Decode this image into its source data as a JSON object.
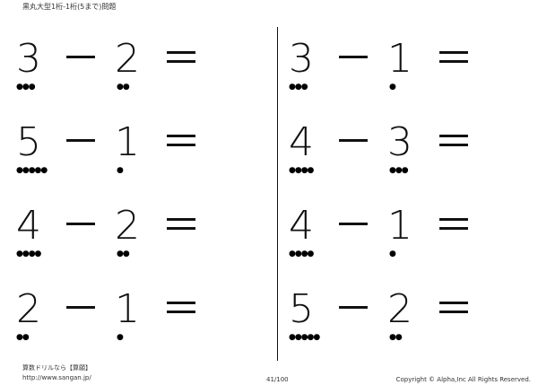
{
  "header": {
    "title": "黒丸大型1桁-1桁(5まで)問題"
  },
  "symbols": {
    "minus": "－",
    "equals": "＝",
    "dot": "●"
  },
  "problems_left": [
    {
      "a": "3",
      "b": "2",
      "a_dots": "●●●",
      "b_dots": "●●"
    },
    {
      "a": "5",
      "b": "1",
      "a_dots": "●●●●●",
      "b_dots": "●"
    },
    {
      "a": "4",
      "b": "2",
      "a_dots": "●●●●",
      "b_dots": "●●"
    },
    {
      "a": "2",
      "b": "1",
      "a_dots": "●●",
      "b_dots": "●"
    }
  ],
  "problems_right": [
    {
      "a": "3",
      "b": "1",
      "a_dots": "●●●",
      "b_dots": "●"
    },
    {
      "a": "4",
      "b": "3",
      "a_dots": "●●●●",
      "b_dots": "●●●"
    },
    {
      "a": "4",
      "b": "1",
      "a_dots": "●●●●",
      "b_dots": "●"
    },
    {
      "a": "5",
      "b": "2",
      "a_dots": "●●●●●",
      "b_dots": "●●"
    }
  ],
  "footer": {
    "site_name": "算数ドリルなら【算願】",
    "url": "http://www.sangan.jp/",
    "page": "41/100",
    "copyright": "Copyright © Alpha,Inc All Rights Reserved."
  }
}
